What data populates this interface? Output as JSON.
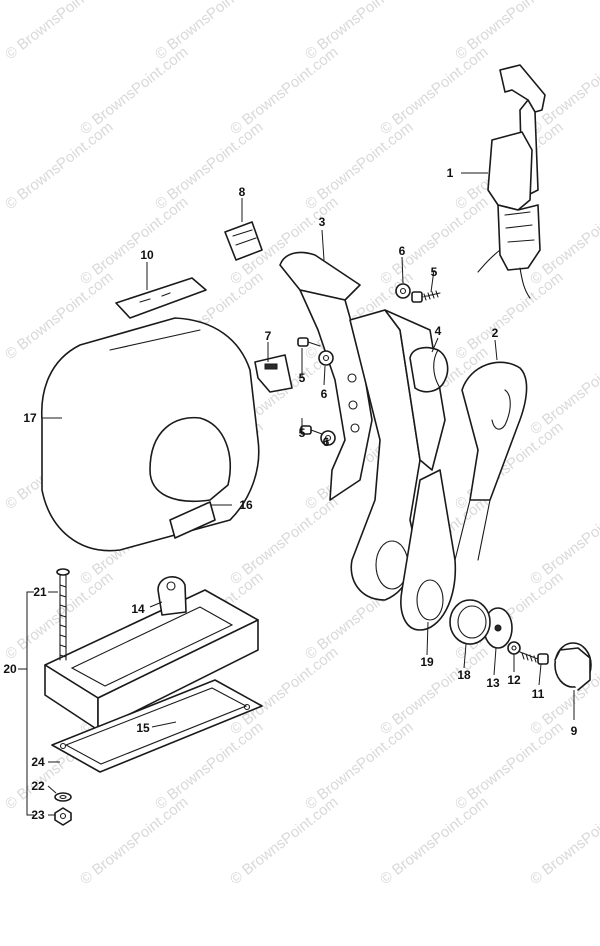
{
  "watermark": {
    "text": "© BrownsPoint.com",
    "color": "#d9d9d9"
  },
  "callouts": [
    {
      "key": "c1",
      "label": "1"
    },
    {
      "key": "c2",
      "label": "2"
    },
    {
      "key": "c3",
      "label": "3"
    },
    {
      "key": "c4",
      "label": "4"
    },
    {
      "key": "c5a",
      "label": "5"
    },
    {
      "key": "c5b",
      "label": "5"
    },
    {
      "key": "c5c",
      "label": "5"
    },
    {
      "key": "c6a",
      "label": "6"
    },
    {
      "key": "c6b",
      "label": "6"
    },
    {
      "key": "c6c",
      "label": "6"
    },
    {
      "key": "c7",
      "label": "7"
    },
    {
      "key": "c8",
      "label": "8"
    },
    {
      "key": "c9",
      "label": "9"
    },
    {
      "key": "c10",
      "label": "10"
    },
    {
      "key": "c11",
      "label": "11"
    },
    {
      "key": "c12",
      "label": "12"
    },
    {
      "key": "c13",
      "label": "13"
    },
    {
      "key": "c14",
      "label": "14"
    },
    {
      "key": "c15",
      "label": "15"
    },
    {
      "key": "c16",
      "label": "16"
    },
    {
      "key": "c17",
      "label": "17"
    },
    {
      "key": "c18",
      "label": "18"
    },
    {
      "key": "c19",
      "label": "19"
    },
    {
      "key": "c20",
      "label": "20"
    },
    {
      "key": "c21",
      "label": "21"
    },
    {
      "key": "c22",
      "label": "22"
    },
    {
      "key": "c23",
      "label": "23"
    },
    {
      "key": "c24",
      "label": "24"
    }
  ]
}
